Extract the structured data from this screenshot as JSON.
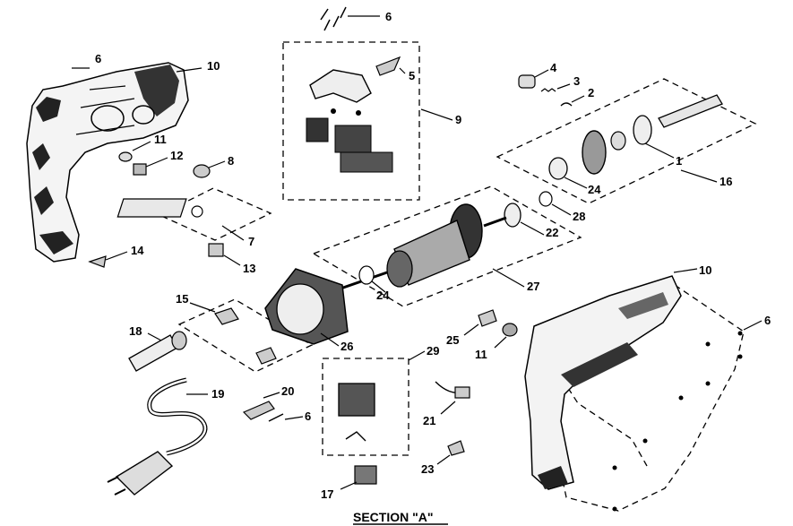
{
  "caption": "SECTION \"A\"",
  "part_labels": {
    "p1": "1",
    "p2": "2",
    "p3": "3",
    "p4": "4",
    "p5": "5",
    "p6a": "6",
    "p6b": "6",
    "p6c": "6",
    "p6d": "6",
    "p7": "7",
    "p8": "8",
    "p9": "9",
    "p10a": "10",
    "p10b": "10",
    "p11a": "11",
    "p11b": "11",
    "p12": "12",
    "p13": "13",
    "p14": "14",
    "p15": "15",
    "p16": "16",
    "p17": "17",
    "p18": "18",
    "p19": "19",
    "p20": "20",
    "p21": "21",
    "p22": "22",
    "p23": "23",
    "p24a": "24",
    "p24b": "24",
    "p25": "25",
    "p26": "26",
    "p27": "27",
    "p28": "28",
    "p29": "29"
  }
}
